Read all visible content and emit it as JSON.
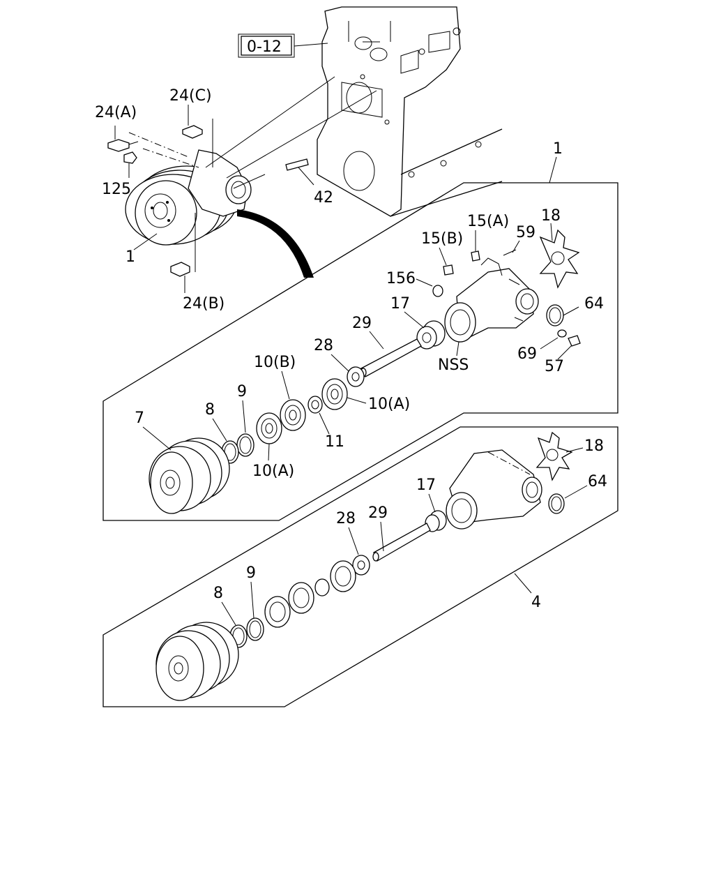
{
  "reference_box": "0-12",
  "labels": {
    "l_24A": "24(A)",
    "l_24C": "24(C)",
    "l_125": "125",
    "l_1a": "1",
    "l_24B": "24(B)",
    "l_42": "42",
    "l_1b": "1",
    "l_18a": "18",
    "l_15A": "15(A)",
    "l_15B": "15(B)",
    "l_59": "59",
    "l_156": "156",
    "l_17a": "17",
    "l_29a": "29",
    "l_64a": "64",
    "l_28a": "28",
    "l_NSS": "NSS",
    "l_69": "69",
    "l_57": "57",
    "l_10B": "10(B)",
    "l_9a": "9",
    "l_7": "7",
    "l_8a": "8",
    "l_10Aa": "10(A)",
    "l_11": "11",
    "l_10Ab": "10(A)",
    "l_18b": "18",
    "l_64b": "64",
    "l_17b": "17",
    "l_28b": "28",
    "l_29b": "29",
    "l_9b": "9",
    "l_8b": "8",
    "l_4": "4"
  }
}
